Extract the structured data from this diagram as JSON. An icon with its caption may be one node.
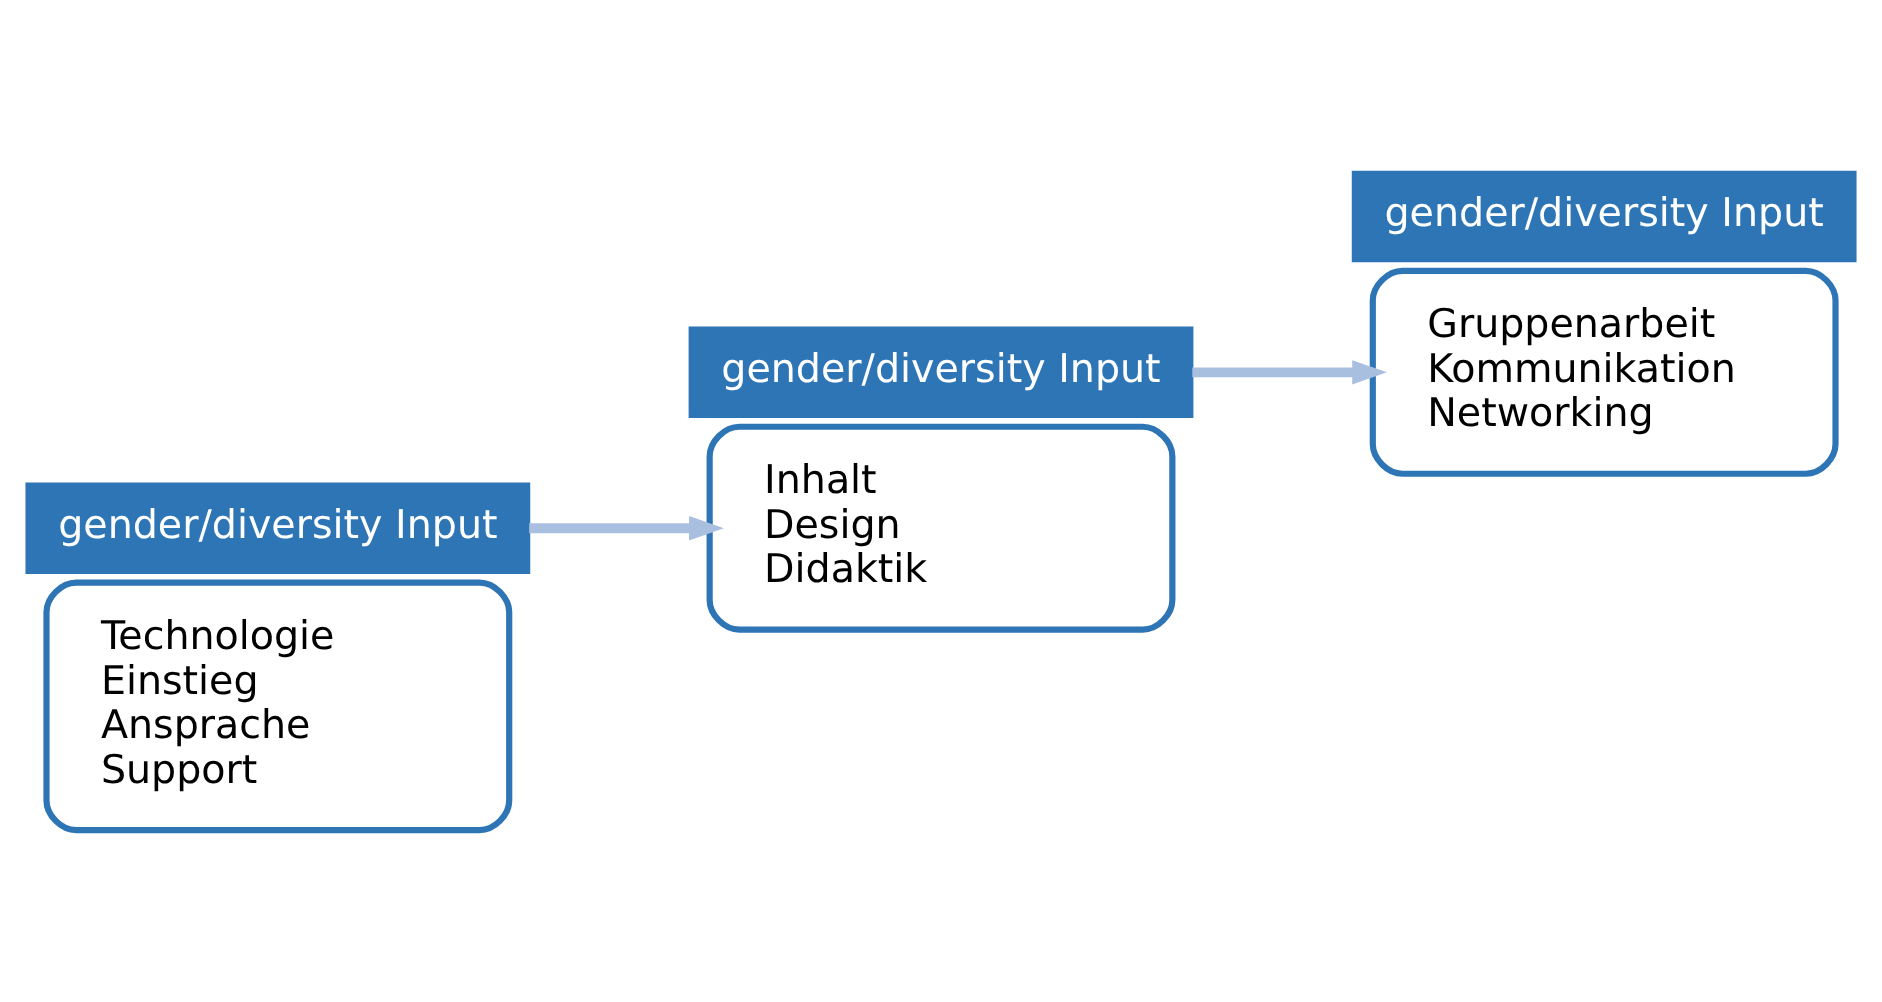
{
  "diagram": {
    "nodes": [
      {
        "text": [
          "Technologie",
          "Einstieg",
          "Ansprache",
          "Support"
        ]
      },
      {
        "text": [
          "gender/diversity Input"
        ]
      },
      {
        "text": [
          "Inhalt",
          "Design",
          "Didaktik"
        ]
      },
      {
        "text": [
          "gender/diversity Input"
        ]
      },
      {
        "text": [
          "Gruppenarbeit",
          "Kommunikation",
          "Networking"
        ]
      },
      {
        "text": [
          "gender/diversity Input"
        ]
      }
    ],
    "edges": [
      {
        "from": 1,
        "to": 2,
        "arrow": "to"
      },
      {
        "from": 3,
        "to": 4,
        "arrow": "to"
      }
    ]
  }
}
